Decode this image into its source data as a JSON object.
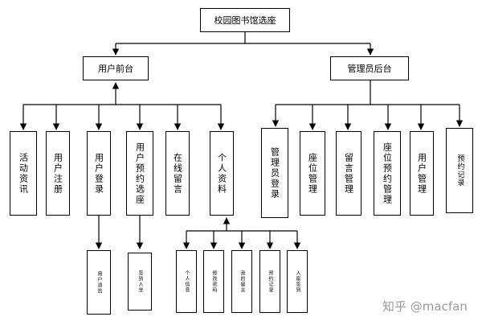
{
  "root": "校园图书馆选座",
  "user_side": {
    "title": "用户前台",
    "items": [
      "活动资讯",
      "用户注册",
      "用户登录",
      "用户预约选座",
      "在线留言",
      "个人资料"
    ],
    "login_child": "用户退出",
    "booking_child": "签到入坐",
    "profile_children": [
      "个人信息",
      "修改密码",
      "我的留言",
      "预约记录",
      "入座签到"
    ]
  },
  "admin_side": {
    "title": "管理员后台",
    "items": [
      "管理员登录",
      "座位管理",
      "留言管理",
      "座位预约管理",
      "用户管理",
      "预约记录"
    ]
  },
  "watermark": "知乎 @macfan"
}
